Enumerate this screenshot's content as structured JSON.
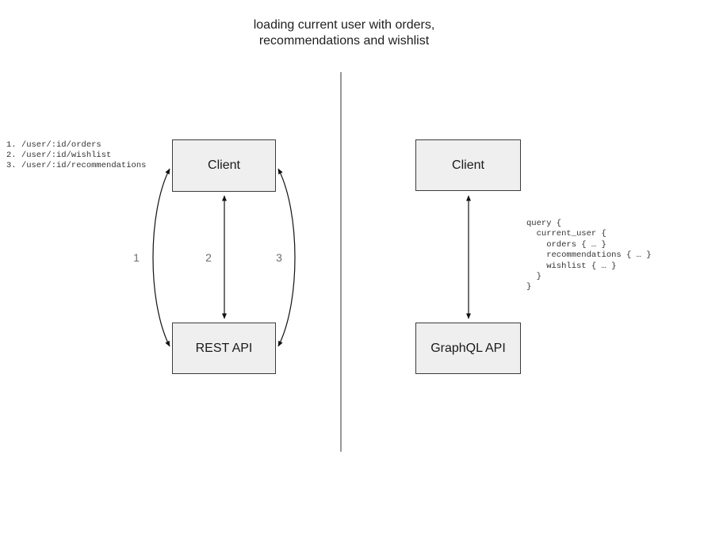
{
  "title_lines": [
    "loading current user with orders,",
    "recommendations and wishlist"
  ],
  "left_panel": {
    "endpoints": [
      "1. /user/:id/orders",
      "2. /user/:id/wishlist",
      "3. /user/:id/recommendations"
    ],
    "client_label": "Client",
    "api_label": "REST API",
    "arrow_labels": [
      "1",
      "2",
      "3"
    ]
  },
  "right_panel": {
    "client_label": "Client",
    "api_label": "GraphQL API",
    "query_lines": [
      "query {",
      "  current_user {",
      "    orders { … }",
      "    recommendations { … }",
      "    wishlist { … }",
      "  }",
      "}"
    ]
  },
  "colors": {
    "box_fill": "#efefef",
    "box_border": "#3b3b3b",
    "arrow": "#111111",
    "arrow_label": "#6e6e6e",
    "divider": "#777777",
    "code_text": "#333333"
  }
}
